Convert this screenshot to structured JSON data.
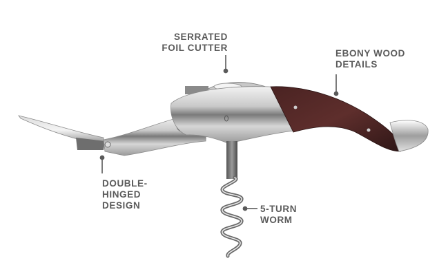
{
  "image": {
    "subject": "Waiter's corkscrew with ebony wood handle",
    "background": "#ffffff",
    "text_color": "#5a5a5a",
    "leader_color": "#5a5a5a"
  },
  "callouts": [
    {
      "id": "foil-cutter",
      "lines": [
        "SERRATED",
        "FOIL CUTTER"
      ]
    },
    {
      "id": "ebony-wood",
      "lines": [
        "EBONY WOOD",
        "DETAILS"
      ]
    },
    {
      "id": "double-hinged",
      "lines": [
        "DOUBLE-",
        "HINGED",
        "DESIGN"
      ]
    },
    {
      "id": "worm",
      "lines": [
        "5-TURN",
        "WORM"
      ]
    }
  ],
  "colors": {
    "steel_light": "#e8e8e8",
    "steel_mid": "#b8b8b8",
    "steel_dark": "#6e6e6e",
    "wood_dark": "#3a1c1c",
    "wood_mid": "#5b2d2b"
  }
}
